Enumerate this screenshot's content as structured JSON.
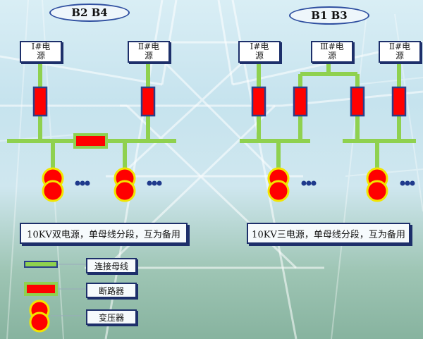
{
  "left": {
    "title": "B2  B4",
    "sources": [
      "Ⅰ#电\n源",
      "Ⅱ#电\n源"
    ],
    "caption": "10KV双电源，单母线分段，互为备用",
    "ellipsis": "•••"
  },
  "right": {
    "title": "B1  B3",
    "sources": [
      "Ⅰ#电\n源",
      "Ⅲ#电\n源",
      "Ⅱ#电\n源"
    ],
    "caption": "10KV三电源，单母线分段，互为备用",
    "ellipsis": "•••"
  },
  "legend": {
    "busbar": "连接母线",
    "breaker": "断路器",
    "transformer": "变压器"
  },
  "colors": {
    "bus": "#8fd14f",
    "breaker": "#ff0000",
    "breaker_border": "#2a3f8a",
    "transformer_ring": "#f2e500",
    "ellipsis_dot": "#1f3a8c"
  }
}
